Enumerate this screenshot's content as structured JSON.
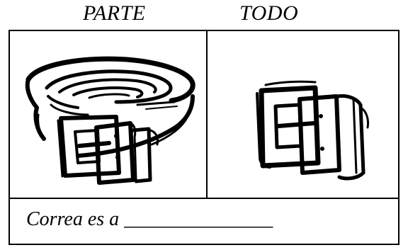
{
  "headers": {
    "part": "PARTE",
    "whole": "TODO"
  },
  "images": {
    "left": "belt-icon",
    "right": "buckle-icon"
  },
  "sentence": {
    "text": "Correa es a",
    "blank": "_______________"
  },
  "colors": {
    "ink": "#000000",
    "paper": "#ffffff"
  }
}
